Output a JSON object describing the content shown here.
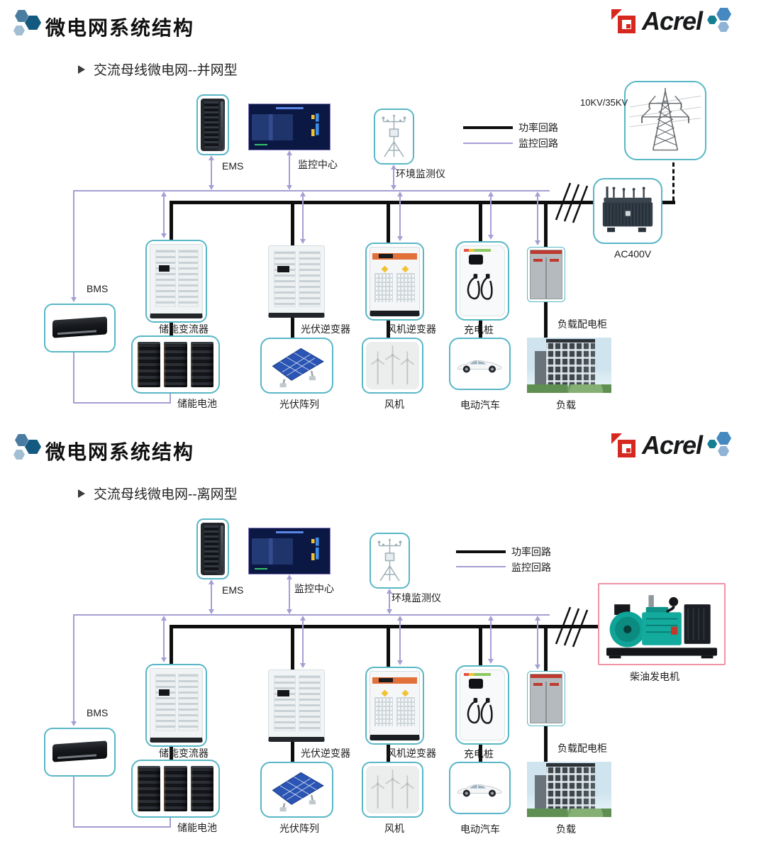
{
  "brand": {
    "name": "Acrel"
  },
  "legend": {
    "power": "功率回路",
    "monitor": "监控回路"
  },
  "sections": [
    {
      "title": "微电网系统结构",
      "bullet": "➢",
      "subtitle": "交流母线微电网--并网型",
      "labels": {
        "ems": "EMS",
        "monitor_center": "监控中心",
        "env_monitor": "环境监测仪",
        "bms": "BMS",
        "grid_voltage": "10KV/35KV",
        "transformer": "AC400V",
        "pcs": "储能变流器",
        "battery": "储能电池",
        "pv_inverter": "光伏逆变器",
        "pv_array": "光伏阵列",
        "wind_inverter": "风机逆变器",
        "wind_turbine": "风机",
        "charger": "充电桩",
        "ev": "电动汽车",
        "load_cabinet": "负载配电柜",
        "load": "负载"
      }
    },
    {
      "title": "微电网系统结构",
      "bullet": "➢",
      "subtitle": "交流母线微电网--离网型",
      "labels": {
        "ems": "EMS",
        "monitor_center": "监控中心",
        "env_monitor": "环境监测仪",
        "bms": "BMS",
        "diesel": "柴油发电机",
        "pcs": "储能变流器",
        "battery": "储能电池",
        "pv_inverter": "光伏逆变器",
        "pv_array": "光伏阵列",
        "wind_inverter": "风机逆变器",
        "wind_turbine": "风机",
        "charger": "充电桩",
        "ev": "电动汽车",
        "load_cabinet": "负载配电柜",
        "load": "负载"
      }
    }
  ],
  "colors": {
    "teal_border": "#58b7c6",
    "monitor_line": "#a49fd4",
    "power_line": "#0e0e0e",
    "brand_red": "#d6281f",
    "generator_border": "#ef93a6",
    "screen_bg": "#0a1843"
  }
}
